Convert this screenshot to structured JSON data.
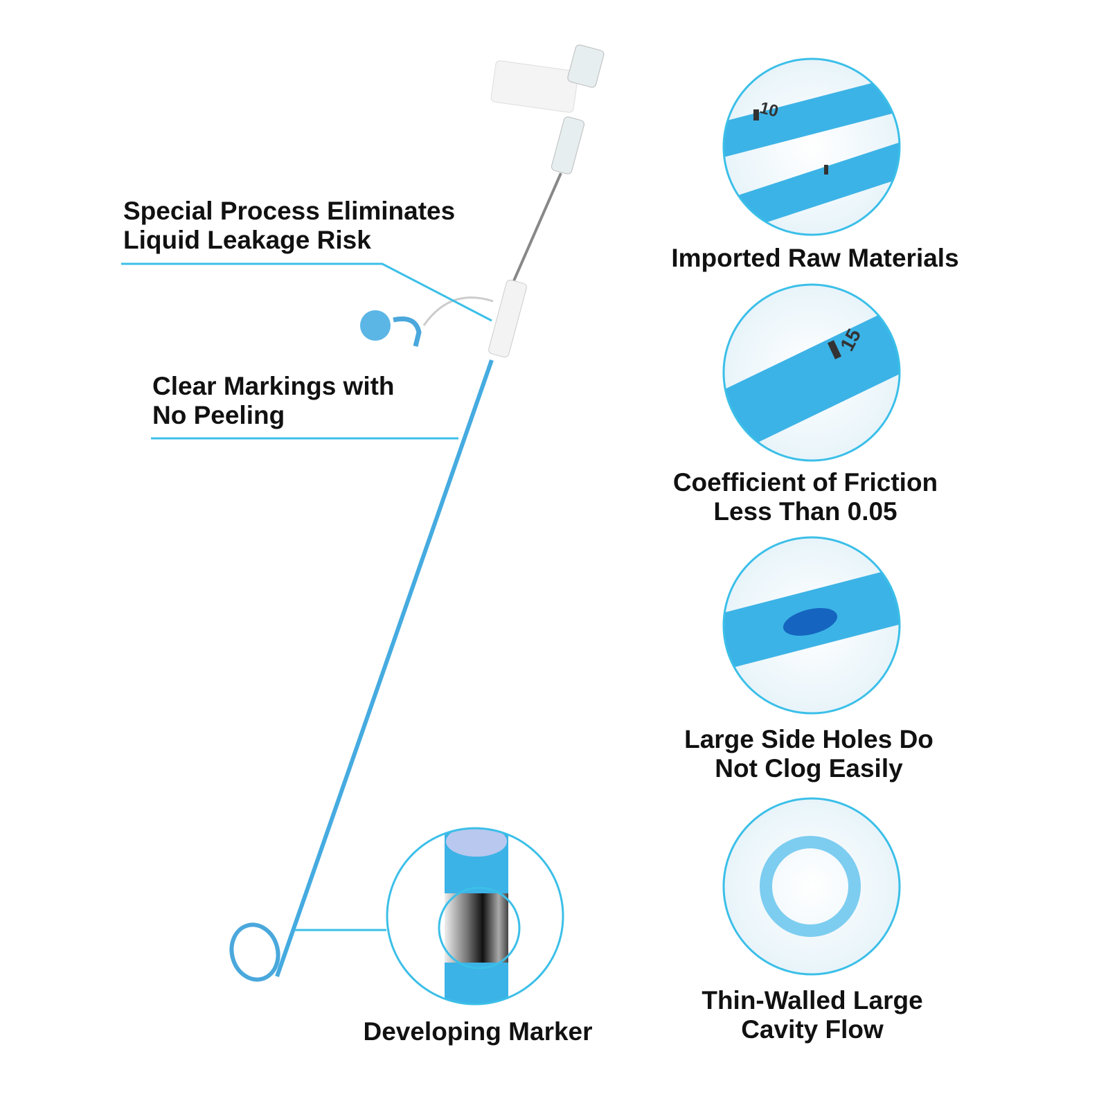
{
  "colors": {
    "accent": "#3bbfe8",
    "tube": "#40b4e6",
    "tube_dark": "#1d8fd0"
  },
  "callouts": {
    "leakage": {
      "line1": "Special Process Eliminates",
      "line2": "Liquid Leakage Risk"
    },
    "markings": {
      "line1": "Clear Markings with",
      "line2": "No Peeling"
    },
    "marker": {
      "label": "Developing Marker"
    }
  },
  "features": [
    {
      "line1": "Imported Raw Materials",
      "marks": [
        "10"
      ]
    },
    {
      "line1": "Coefficient of Friction",
      "line2": "Less Than 0.05",
      "marks": [
        "15"
      ]
    },
    {
      "line1": "Large Side Holes Do",
      "line2": "Not Clog Easily"
    },
    {
      "line1": "Thin-Walled Large",
      "line2": "Cavity Flow"
    }
  ]
}
